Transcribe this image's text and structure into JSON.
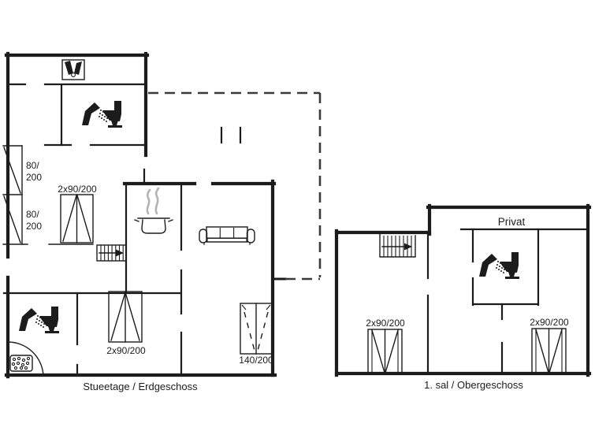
{
  "colors": {
    "wall": "#1c1c1c",
    "dash": "#3a3a3a",
    "steam": "#b3b3b3",
    "text": "#1c1c1c",
    "background": "#ffffff"
  },
  "ground_floor": {
    "caption": "Stueetage / Erdgeschoss",
    "labels": {
      "bed_single_1_line1": "80/",
      "bed_single_1_line2": "200",
      "bed_single_2_line1": "80/",
      "bed_single_2_line2": "200",
      "bed_double_hall": "2x90/200",
      "bed_double_bottom": "2x90/200",
      "bed_140": "140/200"
    }
  },
  "first_floor": {
    "caption": "1. sal / Obergeschoss",
    "private_label": "Privat",
    "labels": {
      "bed_double_left": "2x90/200",
      "bed_double_right": "2x90/200"
    }
  },
  "icons": {
    "washbasin": "double-washbasin-icon",
    "shower": "shower-head-icon",
    "toilet": "toilet-icon",
    "pot": "cooking-pot-icon",
    "sofa": "sofa-icon",
    "stairs": "stairs-arrow-icon",
    "whirlpool": "whirlpool-icon",
    "shower_corner": "corner-shower-arc-icon"
  }
}
